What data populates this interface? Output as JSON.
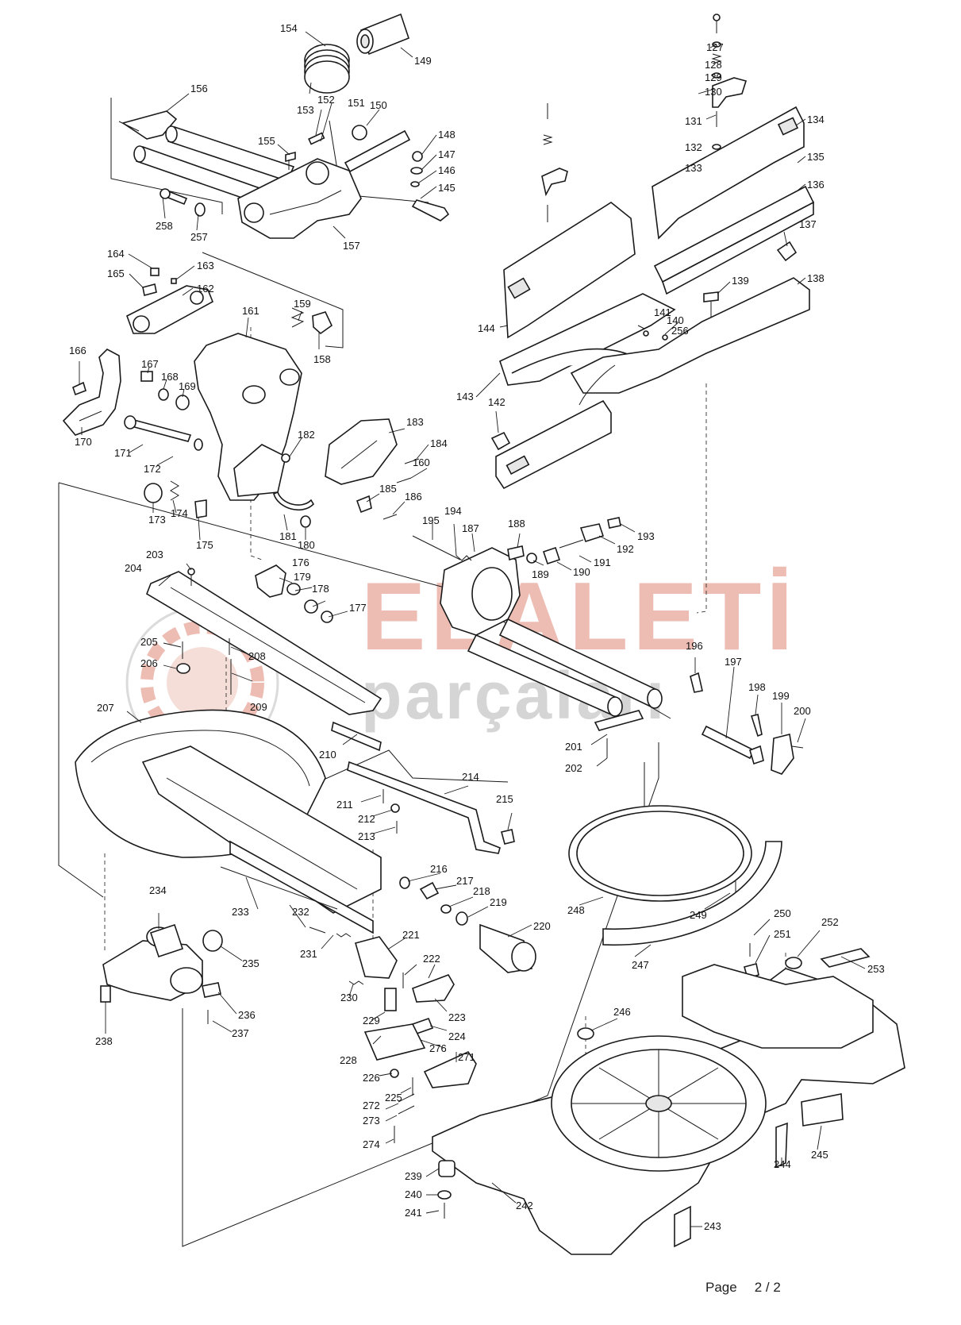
{
  "watermark": {
    "brand": "ELALETİ",
    "sub": "parçaları",
    "color_brand": "#e8a79b",
    "color_sub": "#c8c8c8"
  },
  "footer": {
    "page_label": "Page",
    "page_number": "2 / 2"
  },
  "parts": [
    {
      "n": "127"
    },
    {
      "n": "128"
    },
    {
      "n": "129"
    },
    {
      "n": "130"
    },
    {
      "n": "131"
    },
    {
      "n": "132"
    },
    {
      "n": "133"
    },
    {
      "n": "134"
    },
    {
      "n": "135"
    },
    {
      "n": "136"
    },
    {
      "n": "137"
    },
    {
      "n": "138"
    },
    {
      "n": "139"
    },
    {
      "n": "140"
    },
    {
      "n": "141"
    },
    {
      "n": "142"
    },
    {
      "n": "143"
    },
    {
      "n": "144"
    },
    {
      "n": "145"
    },
    {
      "n": "146"
    },
    {
      "n": "147"
    },
    {
      "n": "148"
    },
    {
      "n": "149"
    },
    {
      "n": "150"
    },
    {
      "n": "151"
    },
    {
      "n": "152"
    },
    {
      "n": "153"
    },
    {
      "n": "154"
    },
    {
      "n": "155"
    },
    {
      "n": "156"
    },
    {
      "n": "157"
    },
    {
      "n": "158"
    },
    {
      "n": "159"
    },
    {
      "n": "160"
    },
    {
      "n": "161"
    },
    {
      "n": "162"
    },
    {
      "n": "163"
    },
    {
      "n": "164"
    },
    {
      "n": "165"
    },
    {
      "n": "166"
    },
    {
      "n": "167"
    },
    {
      "n": "168"
    },
    {
      "n": "169"
    },
    {
      "n": "170"
    },
    {
      "n": "171"
    },
    {
      "n": "172"
    },
    {
      "n": "173"
    },
    {
      "n": "174"
    },
    {
      "n": "175"
    },
    {
      "n": "176"
    },
    {
      "n": "177"
    },
    {
      "n": "178"
    },
    {
      "n": "179"
    },
    {
      "n": "180"
    },
    {
      "n": "181"
    },
    {
      "n": "182"
    },
    {
      "n": "183"
    },
    {
      "n": "184"
    },
    {
      "n": "185"
    },
    {
      "n": "186"
    },
    {
      "n": "187"
    },
    {
      "n": "188"
    },
    {
      "n": "189"
    },
    {
      "n": "190"
    },
    {
      "n": "191"
    },
    {
      "n": "192"
    },
    {
      "n": "193"
    },
    {
      "n": "194"
    },
    {
      "n": "195"
    },
    {
      "n": "196"
    },
    {
      "n": "197"
    },
    {
      "n": "198"
    },
    {
      "n": "199"
    },
    {
      "n": "200"
    },
    {
      "n": "201"
    },
    {
      "n": "202"
    },
    {
      "n": "203"
    },
    {
      "n": "204"
    },
    {
      "n": "205"
    },
    {
      "n": "206"
    },
    {
      "n": "207"
    },
    {
      "n": "208"
    },
    {
      "n": "209"
    },
    {
      "n": "210"
    },
    {
      "n": "211"
    },
    {
      "n": "212"
    },
    {
      "n": "213"
    },
    {
      "n": "214"
    },
    {
      "n": "215"
    },
    {
      "n": "216"
    },
    {
      "n": "217"
    },
    {
      "n": "218"
    },
    {
      "n": "219"
    },
    {
      "n": "220"
    },
    {
      "n": "221"
    },
    {
      "n": "222"
    },
    {
      "n": "223"
    },
    {
      "n": "224"
    },
    {
      "n": "225"
    },
    {
      "n": "226"
    },
    {
      "n": "228"
    },
    {
      "n": "229"
    },
    {
      "n": "230"
    },
    {
      "n": "231"
    },
    {
      "n": "232"
    },
    {
      "n": "233"
    },
    {
      "n": "234"
    },
    {
      "n": "235"
    },
    {
      "n": "236"
    },
    {
      "n": "237"
    },
    {
      "n": "238"
    },
    {
      "n": "239"
    },
    {
      "n": "240"
    },
    {
      "n": "241"
    },
    {
      "n": "242"
    },
    {
      "n": "243"
    },
    {
      "n": "244"
    },
    {
      "n": "245"
    },
    {
      "n": "246"
    },
    {
      "n": "247"
    },
    {
      "n": "248"
    },
    {
      "n": "249"
    },
    {
      "n": "250"
    },
    {
      "n": "251"
    },
    {
      "n": "252"
    },
    {
      "n": "253"
    },
    {
      "n": "256"
    },
    {
      "n": "257"
    },
    {
      "n": "258"
    },
    {
      "n": "271"
    },
    {
      "n": "272"
    },
    {
      "n": "273"
    },
    {
      "n": "274"
    },
    {
      "n": "276"
    }
  ]
}
